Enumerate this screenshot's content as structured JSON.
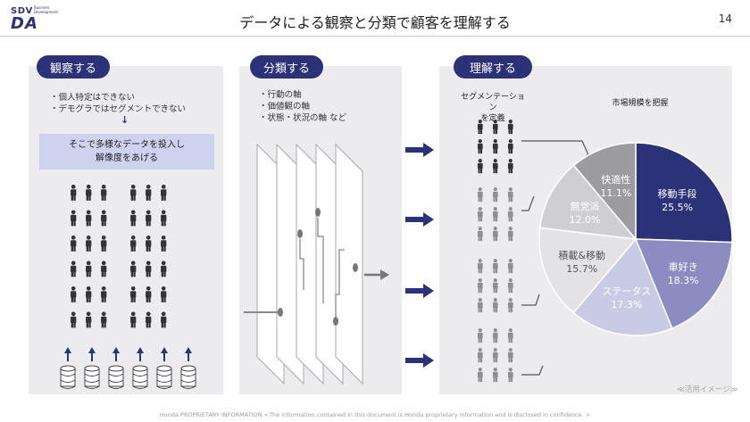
{
  "logo": {
    "top": "SDV",
    "sub_lines": [
      "Business",
      "Development"
    ],
    "main": "DA"
  },
  "header": {
    "title": "データによる観察と分類で顧客を理解する",
    "page_number": "14"
  },
  "panels": {
    "observe": {
      "label": "観察する",
      "bullets": [
        "・個人特定はできない",
        "・デモグラではセグメントできない"
      ],
      "arrow": "↓",
      "highlight": [
        "そこで多様なデータを投入し",
        "解像度をあげる"
      ]
    },
    "classify": {
      "label": "分類する",
      "bullets": [
        "・行動の軸",
        "・価値観の軸",
        "・状態・状況の軸 など"
      ]
    },
    "understand": {
      "label": "理解する",
      "segmentation_label": [
        "セグメンテーション",
        "を定義"
      ],
      "market_label": "市場規模を把握",
      "note": "≪活用イメージ≫"
    }
  },
  "chart_data": {
    "type": "pie",
    "title": "",
    "slices": [
      {
        "label": "移動手段",
        "value": 25.5,
        "display": "25.5%",
        "color": "#2b3278",
        "text_color": "#ffffff"
      },
      {
        "label": "車好き",
        "value": 18.3,
        "display": "18.3%",
        "color": "#8a8cc2",
        "text_color": "#ffffff"
      },
      {
        "label": "ステータス",
        "value": 17.3,
        "display": "17.3%",
        "color": "#c9cae4",
        "text_color": "#ffffff"
      },
      {
        "label": "積載&移動",
        "value": 15.7,
        "display": "15.7%",
        "color": "#e3e3e6",
        "text_color": "#555555"
      },
      {
        "label": "無党派",
        "value": 12.0,
        "display": "12.0%",
        "color": "#cfcfd2",
        "text_color": "#ffffff"
      },
      {
        "label": "快適性",
        "value": 11.1,
        "display": "11.1%",
        "color": "#9c9ca0",
        "text_color": "#ffffff"
      }
    ]
  },
  "colors": {
    "accent": "#2b3278",
    "people_dark": "#333333",
    "people_gray": "#8f8f8f",
    "arrow": "#2b3278"
  },
  "footer": "Honda PROPRIETARY INFORMATION <The information contained in this document is Honda proprietary information and is disclosed in confidence. >"
}
